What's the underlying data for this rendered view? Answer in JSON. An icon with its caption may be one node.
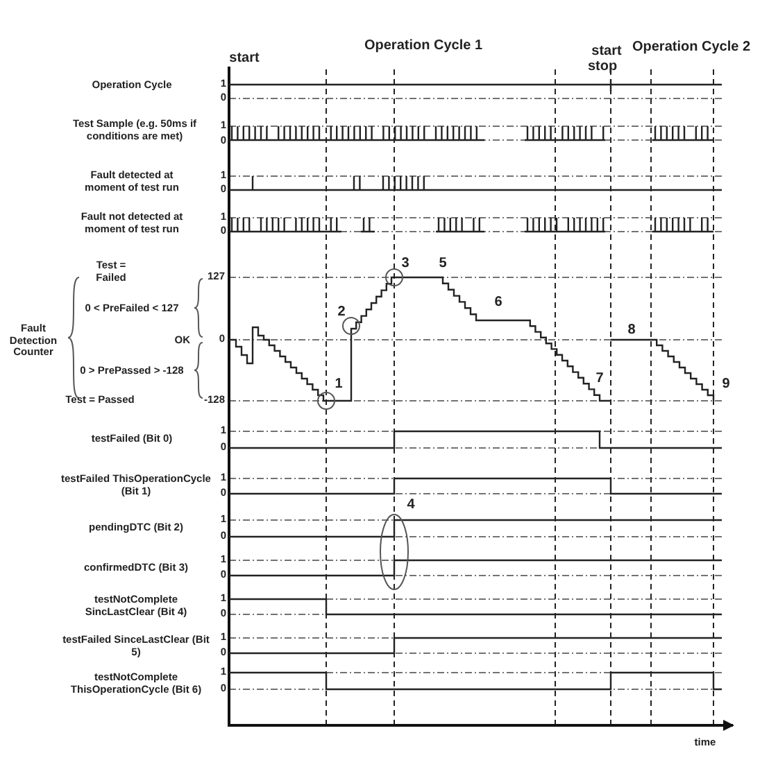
{
  "diagram": {
    "labels": [
      "start",
      "Operation Cycle 1",
      "start",
      "stop",
      "Operation Cycle 2",
      "Operation Cycle",
      "1",
      "0",
      "Test Sample (e.g. 50ms if conditions are met)",
      "1",
      "0",
      "Fault detected at moment of test run",
      "1",
      "0",
      "Fault not detected at moment of test run",
      "1",
      "0",
      "Test = Failed",
      "3",
      "5",
      "127",
      "0 < PreFailed < 127",
      "2",
      "6",
      "Fault Detection Counter",
      "OK",
      "0",
      "8",
      "0 > PrePassed > -128",
      "1",
      "7",
      "9",
      "Test = Passed",
      "-128",
      "testFailed (Bit 0)",
      "1",
      "0",
      "testFailed ThisOperationCycle (Bit 1)",
      "1",
      "0",
      "4",
      "pendingDTC (Bit 2)",
      "1",
      "0",
      "confirmedDTC (Bit 3)",
      "1",
      "0",
      "testNotComplete SincLastClear (Bit 4)",
      "1",
      "0",
      "testFailed SinceLastClear (Bit 5)",
      "1",
      "0",
      "testNotComplete ThisOperationCycle (Bit 6)",
      "1",
      "0",
      "time"
    ]
  }
}
